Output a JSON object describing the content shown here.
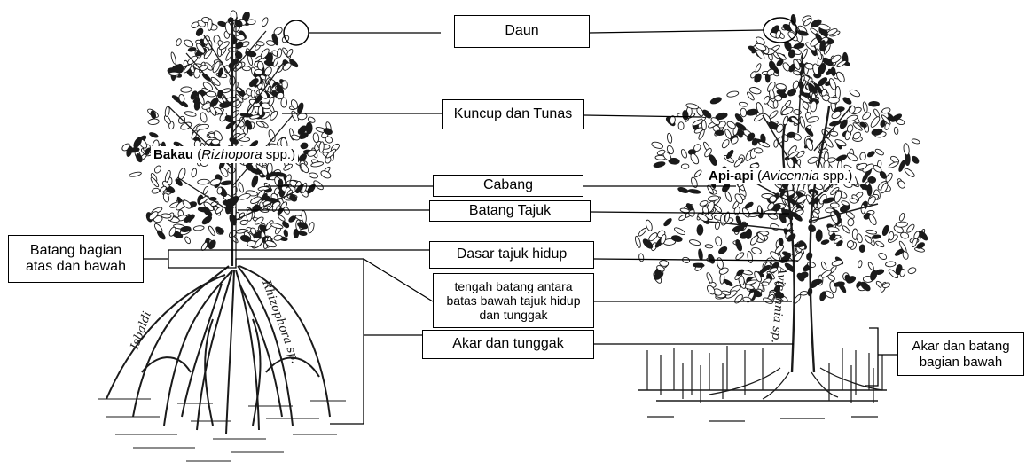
{
  "labels": {
    "daun": "Daun",
    "kuncup": "Kuncup dan Tunas",
    "cabang": "Cabang",
    "batang_tajuk": "Batang Tajuk",
    "dasar_tajuk": "Dasar tajuk hidup",
    "tengah_batang": [
      "tengah batang antara",
      "batas bawah tajuk hidup",
      "dan tunggak"
    ],
    "akar_tunggak": "Akar dan tunggak",
    "batang_bagian": [
      "Batang bagian",
      "atas dan bawah"
    ],
    "akar_batang_bawah": [
      "Akar dan batang",
      "bagian bawah"
    ]
  },
  "species": {
    "left": {
      "common": "Bakau",
      "open": " (",
      "genus": "Rizhopora",
      "suffix": " spp.)"
    },
    "right": {
      "common": "Api-api",
      "open": " (",
      "genus": "Avicennia",
      "suffix": " spp.)"
    }
  },
  "handwriting": {
    "left_trunk": "Rhizophora sp.",
    "left_signature": "Isbaldi",
    "right_trunk": "Avicennia sp."
  },
  "colors": {
    "ink": "#000000",
    "paper": "#ffffff",
    "foliage_ink": "#1a1a1a"
  }
}
